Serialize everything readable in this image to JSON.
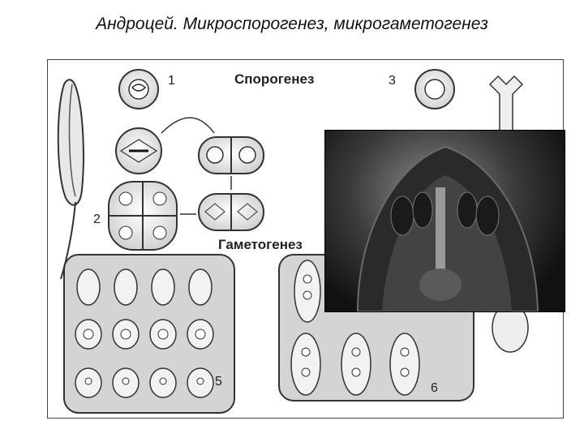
{
  "title": "Андроцей. Микроспорогенез, микрогаметогенез",
  "labels": {
    "sporogenesis": "Спорогенез",
    "gametogenesis": "Гаметогенез",
    "n1": "1",
    "n2": "2",
    "n3": "3",
    "n5": "5",
    "n6": "6"
  }
}
